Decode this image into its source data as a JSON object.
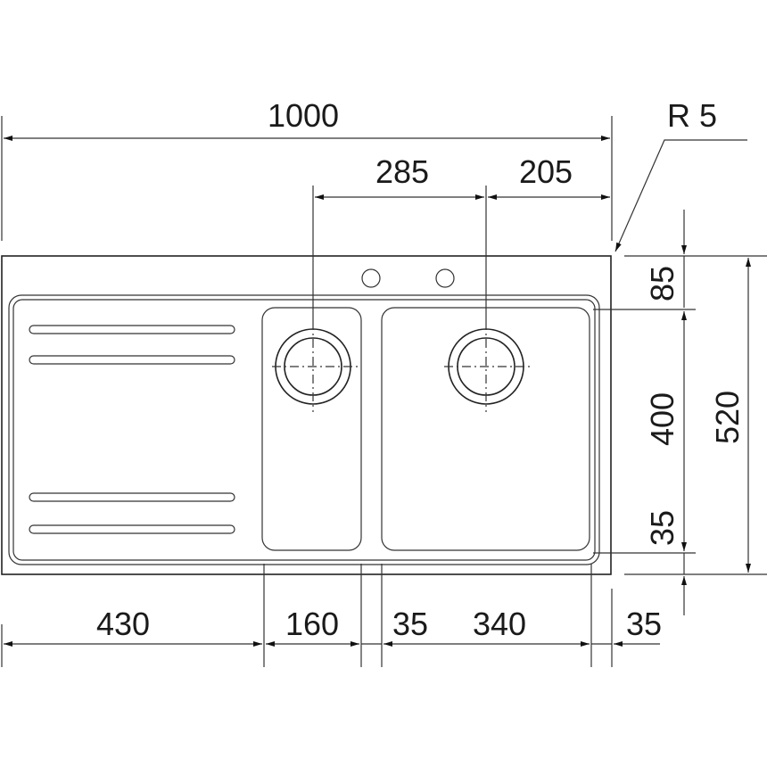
{
  "title": "Sink dimension drawing",
  "dimensions": {
    "overall_width": "1000",
    "radius": "R 5",
    "drain_spacing": "285",
    "drain_to_edge": "205",
    "top_margin": "85",
    "bowl_depth": "400",
    "bottom_inner": "35",
    "overall_depth": "520",
    "drainboard_width": "430",
    "small_bowl_width": "160",
    "bowl_divider": "35",
    "large_bowl_width": "340",
    "right_margin": "35"
  }
}
